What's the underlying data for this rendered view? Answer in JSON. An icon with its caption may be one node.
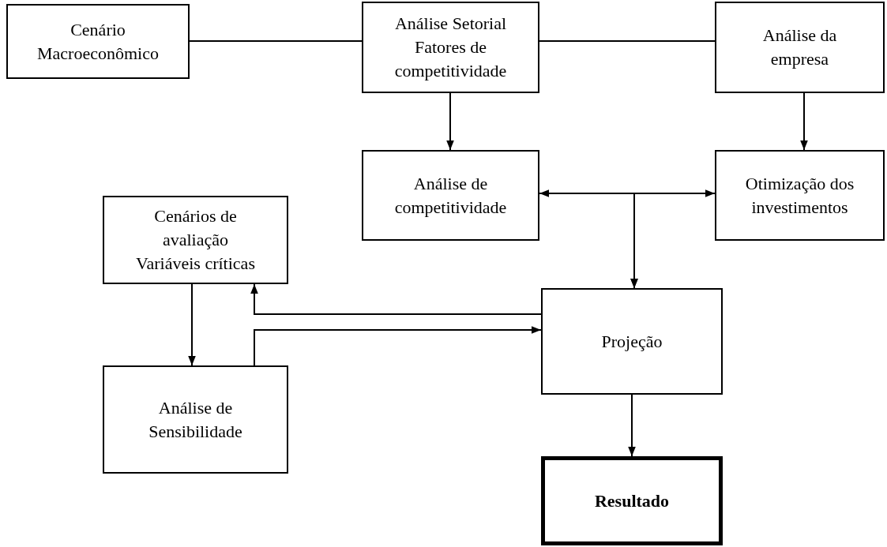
{
  "diagram": {
    "nodes": [
      {
        "text": [
          "Cenário Macroeconômico"
        ]
      },
      {
        "text": [
          "Análise Setorial",
          "Fatores de competitividade"
        ]
      },
      {
        "text": [
          "Análise da empresa"
        ]
      },
      {
        "text": [
          "Análise de competitividade"
        ]
      },
      {
        "text": [
          "Otimização dos investimentos"
        ]
      },
      {
        "text": [
          "Cenários de avaliação",
          "Variáveis críticas"
        ]
      },
      {
        "text": [
          "Projeção"
        ]
      },
      {
        "text": [
          "Análise de Sensibilidade"
        ]
      },
      {
        "text": [
          "Resultado"
        ]
      }
    ],
    "edges": [
      {
        "from": 0,
        "to": 1,
        "arrow": "none"
      },
      {
        "from": 1,
        "to": 2,
        "arrow": "none"
      },
      {
        "from": 1,
        "to": 3,
        "arrow": "to"
      },
      {
        "from": 2,
        "to": 4,
        "arrow": "to"
      },
      {
        "from": 3,
        "to": 6,
        "arrow": "both"
      },
      {
        "from": 4,
        "to": 6,
        "arrow": "both"
      },
      {
        "from": 6,
        "to": 5,
        "arrow": "to"
      },
      {
        "from": 5,
        "to": 7,
        "arrow": "to"
      },
      {
        "from": 7,
        "to": 6,
        "arrow": "to"
      },
      {
        "from": 6,
        "to": 8,
        "arrow": "to"
      }
    ]
  }
}
